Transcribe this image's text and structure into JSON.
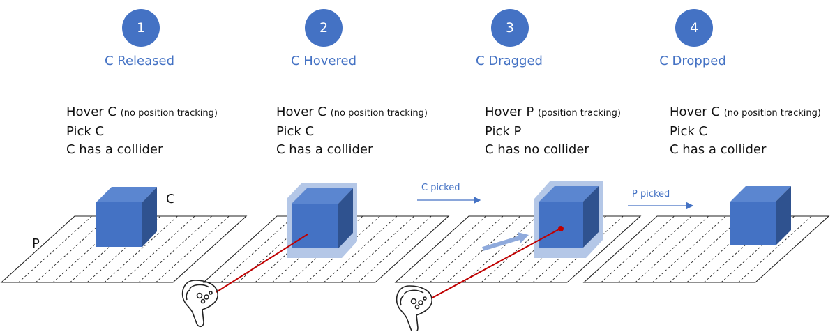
{
  "steps": [
    {
      "number": "1",
      "title": "C Released",
      "hover": "Hover C",
      "hover_note": "(no position tracking)",
      "pick": "Pick C",
      "collider": "C has a collider"
    },
    {
      "number": "2",
      "title": "C Hovered",
      "hover": "Hover C",
      "hover_note": "(no position tracking)",
      "pick": "Pick C",
      "collider": "C has a collider"
    },
    {
      "number": "3",
      "title": "C Dragged",
      "hover": "Hover P",
      "hover_note": "(position tracking)",
      "pick": "Pick P",
      "collider": "C has no collider"
    },
    {
      "number": "4",
      "title": "C Dropped",
      "hover": "Hover C",
      "hover_note": "(no position tracking)",
      "pick": "Pick C",
      "collider": "C has a collider"
    }
  ],
  "transitions": {
    "c_picked": "C picked",
    "p_picked": "P picked"
  },
  "labels": {
    "cube": "C",
    "plane": "P"
  },
  "colors": {
    "accent": "#4472C4",
    "cube_front": "#4472C4",
    "cube_top": "#5B86D0",
    "cube_side": "#2F528F",
    "glow": "#B4C7E7",
    "ray": "#C00000"
  }
}
